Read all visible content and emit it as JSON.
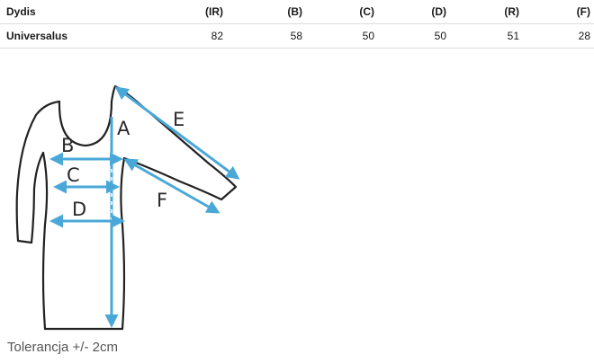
{
  "size_table": {
    "headers": [
      "Dydis",
      "(IR)",
      "(B)",
      "(C)",
      "(D)",
      "(R)",
      "(F)"
    ],
    "rows": [
      [
        "Universalus",
        "82",
        "58",
        "50",
        "50",
        "51",
        "28"
      ]
    ]
  },
  "diagram": {
    "labels": {
      "a": "A",
      "b": "B",
      "c": "C",
      "d": "D",
      "e": "E",
      "f": "F"
    },
    "arrow_color": "#4aa8d8",
    "outline_color": "#222222"
  },
  "tolerance_text": "Tolerancja +/- 2cm"
}
